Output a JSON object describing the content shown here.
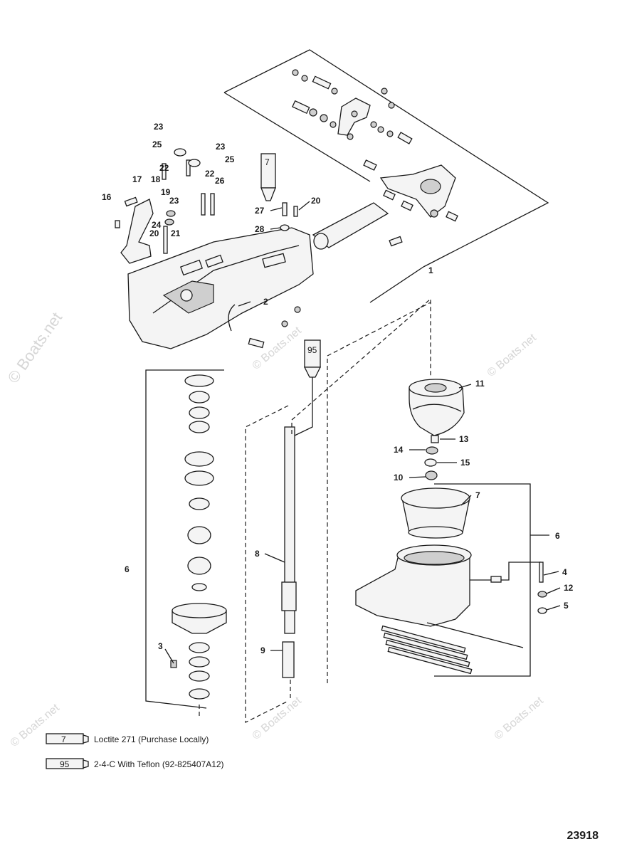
{
  "watermark": "© Boats.net",
  "figure_number": "23918",
  "legend": [
    {
      "code": "7",
      "text": "Loctite 271 (Purchase Locally)"
    },
    {
      "code": "95",
      "text": "2-4-C  With Teflon (92-825407A12)"
    }
  ],
  "tube_labels": {
    "top": "7",
    "middle": "95"
  },
  "callouts": {
    "c1": "1",
    "c2": "2",
    "c3": "3",
    "c4": "4",
    "c5": "5",
    "c6": "6",
    "c7": "7",
    "c8": "8",
    "c9": "9",
    "c10": "10",
    "c11": "11",
    "c12": "12",
    "c13": "13",
    "c14": "14",
    "c15": "15",
    "c16": "16",
    "c17": "17",
    "c18": "18",
    "c19": "19",
    "c20a": "20",
    "c20b": "20",
    "c21": "21",
    "c22a": "22",
    "c22b": "22",
    "c23a": "23",
    "c23b": "23",
    "c23c": "23",
    "c24": "24",
    "c25a": "25",
    "c25b": "25",
    "c26": "26",
    "c27": "27",
    "c28": "28",
    "c6b": "6"
  }
}
